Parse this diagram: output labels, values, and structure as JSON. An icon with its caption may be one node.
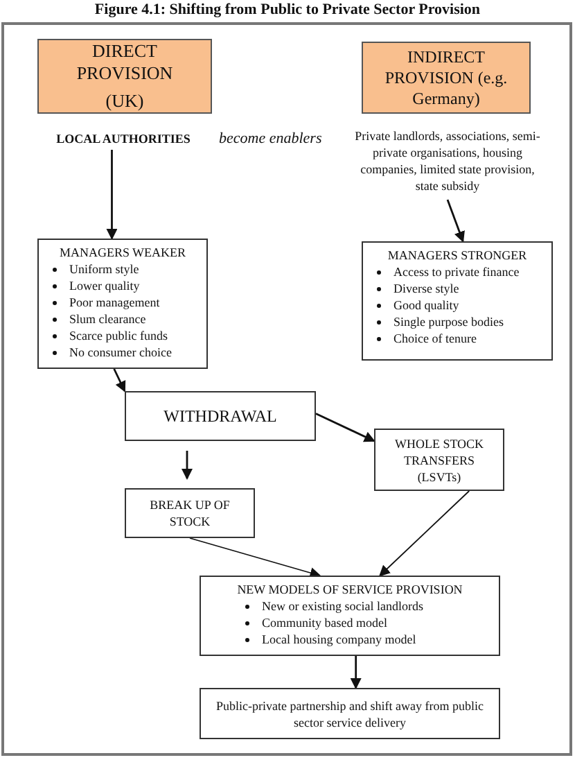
{
  "diagram": {
    "title": "Figure 4.1: Shifting from Public to Private Sector Provision",
    "nodes": [
      {
        "text": [
          "DIRECT PROVISION",
          "(UK)"
        ]
      },
      {
        "text": [
          "INDIRECT PROVISION (e.g. Germany)"
        ]
      },
      {
        "text": [
          "LOCAL AUTHORITIES"
        ]
      },
      {
        "text": [
          "Private landlords, associations, semi-private organisations, housing companies, limited state provision, state subsidy"
        ]
      },
      {
        "text": [
          "MANAGERS WEAKER",
          "Uniform style",
          "Lower quality",
          "Poor management",
          "Slum clearance",
          "Scarce public funds",
          "No consumer choice"
        ]
      },
      {
        "text": [
          "MANAGERS STRONGER",
          "Access to private finance",
          "Diverse style",
          "Good quality",
          "Single purpose bodies",
          "Choice of tenure"
        ]
      },
      {
        "text": [
          "WITHDRAWAL"
        ]
      },
      {
        "text": [
          "WHOLE STOCK TRANSFERS (LSVTs)"
        ]
      },
      {
        "text": [
          "BREAK UP OF STOCK"
        ]
      },
      {
        "text": [
          "NEW MODELS OF SERVICE PROVISION",
          "New or existing social landlords",
          "Community based model",
          "Local housing company model"
        ]
      },
      {
        "text": [
          "Public-private partnership and shift away from public sector service delivery"
        ]
      }
    ],
    "edges": [
      {
        "from": 2,
        "to": 4,
        "arrow": "to"
      },
      {
        "from": 3,
        "to": 5,
        "arrow": "to"
      },
      {
        "from": 4,
        "to": 6,
        "arrow": "to"
      },
      {
        "from": 6,
        "to": 7,
        "arrow": "to"
      },
      {
        "from": 6,
        "to": 8,
        "arrow": "to"
      },
      {
        "from": 8,
        "to": 9,
        "arrow": "to"
      },
      {
        "from": 7,
        "to": 9,
        "arrow": "to"
      },
      {
        "from": 9,
        "to": 10,
        "arrow": "to"
      }
    ],
    "labels": [
      "become enablers"
    ]
  }
}
